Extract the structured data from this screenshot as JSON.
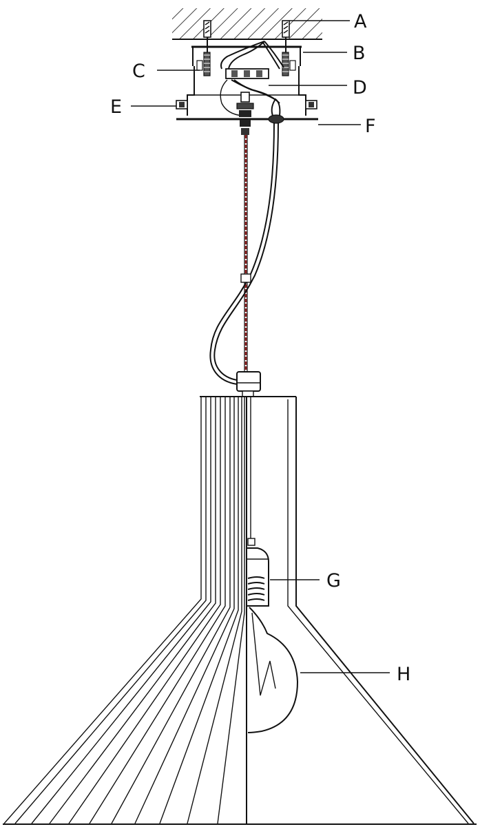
{
  "labels": {
    "A": "A",
    "B": "B",
    "C": "C",
    "D": "D",
    "E": "E",
    "F": "F",
    "G": "G",
    "H": "H"
  },
  "colors": {
    "line": "#111111",
    "suspension_cable": "#8b1a1a",
    "background": "#ffffff"
  }
}
